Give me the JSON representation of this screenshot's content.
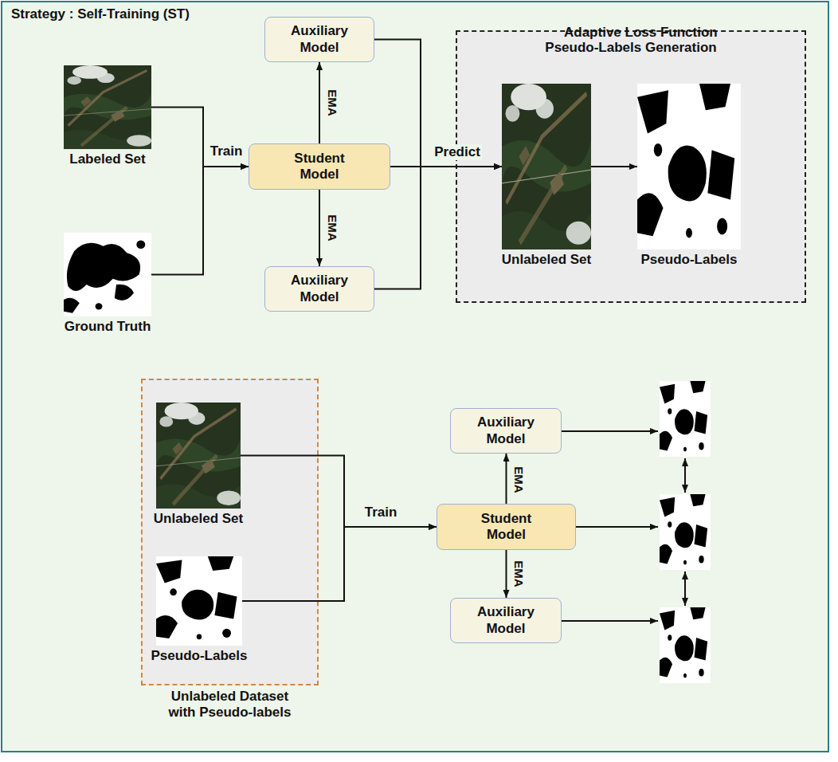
{
  "diagram": {
    "title": "Strategy : Self-Training (ST)",
    "nodes": [
      {
        "text": [
          "Labeled Set"
        ]
      },
      {
        "text": [
          "Auxiliary Model"
        ]
      },
      {
        "text": [
          "Student Model"
        ]
      },
      {
        "text": [
          "Pseudo-Labels Generation"
        ]
      },
      {
        "text": [
          "Unlabeled Set"
        ],
        "in": 3
      },
      {
        "text": [
          "Pseudo-Labels"
        ],
        "in": 3
      },
      {
        "text": [
          "Ground Truth"
        ]
      },
      {
        "text": [
          "Auxiliary Model"
        ]
      },
      {
        "text": [
          "Unlabeled Dataset with Pseudo-labels"
        ]
      },
      {
        "text": [
          "Unlabeled Set"
        ],
        "in": 8
      },
      {
        "text": [
          "Pseudo-Labels"
        ],
        "in": 8
      },
      {
        "text": [
          "Auxiliary Model"
        ]
      },
      {
        "text": [
          "Student Model"
        ]
      },
      {
        "text": [
          "Auxiliary Model"
        ]
      }
    ],
    "edges": [
      {
        "from": 0,
        "to": 2,
        "arrow": "to",
        "label": "Train"
      },
      {
        "from": 6,
        "to": 2,
        "arrow": "to"
      },
      {
        "from": 2,
        "to": 1,
        "arrow": "to",
        "label": "EMA"
      },
      {
        "from": 2,
        "to": 7,
        "arrow": "to",
        "label": "EMA"
      },
      {
        "from": 2,
        "to": 4,
        "arrow": "to",
        "label": "Predict"
      },
      {
        "from": 1,
        "to": 4,
        "arrow": "to"
      },
      {
        "from": 7,
        "to": 4,
        "arrow": "to"
      },
      {
        "from": 4,
        "to": 5,
        "arrow": "to"
      },
      {
        "from": 9,
        "to": 12,
        "arrow": "to",
        "label": "Train"
      },
      {
        "from": 10,
        "to": 12,
        "arrow": "to"
      },
      {
        "from": 12,
        "to": 11,
        "arrow": "to",
        "label": "EMA"
      },
      {
        "from": 12,
        "to": 13,
        "arrow": "to",
        "label": "EMA"
      }
    ],
    "legend": [
      {
        "text": "Adaptive Loss Function"
      }
    ]
  }
}
